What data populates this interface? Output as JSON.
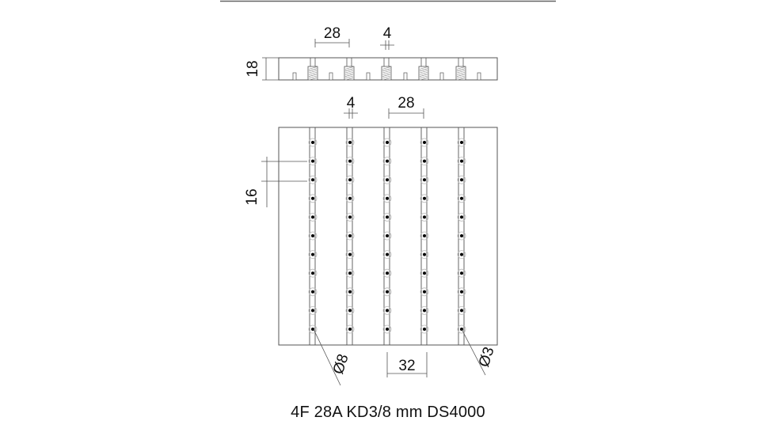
{
  "section_view": {
    "dim_width": "28",
    "dim_gap": "4",
    "dim_height": "18"
  },
  "plan_view": {
    "dim_gap": "4",
    "dim_width": "28",
    "dim_spacing": "16",
    "dim_bottom": "32",
    "dim_hole_large": "Ø8",
    "dim_hole_small": "Ø3",
    "grooves": 5,
    "holes_per_groove": 11
  },
  "caption": "4F 28A KD3/8 mm DS4000",
  "colors": {
    "line": "#555555",
    "hatch": "#777777",
    "dot": "#000000",
    "hole_ring": "#bbbbbb"
  }
}
